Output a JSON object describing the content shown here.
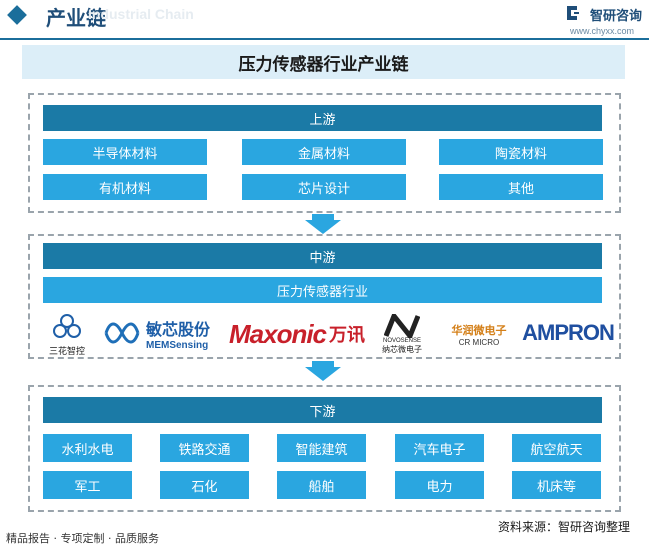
{
  "header": {
    "label": "产业链",
    "watermark": "Industrial Chain",
    "logo_name": "智研咨询",
    "logo_url": "www.chyxx.com"
  },
  "title": "压力传感器行业产业链",
  "upstream": {
    "label": "上游",
    "items": [
      "半导体材料",
      "金属材料",
      "陶瓷材料",
      "有机材料",
      "芯片设计",
      "其他"
    ]
  },
  "midstream": {
    "label": "中游",
    "industry": "压力传感器行业",
    "companies": [
      {
        "name": "三花智控",
        "icon": "flower-logo-icon"
      },
      {
        "name": "敏芯股份",
        "sub": "MEMSensing",
        "icon": "memsensing-logo-icon"
      },
      {
        "name": "Maxonic",
        "sub": "万讯",
        "icon": "maxonic-logo-icon"
      },
      {
        "name": "NOVOSENSE",
        "sub": "纳芯微电子",
        "icon": "novosense-logo-icon"
      },
      {
        "name": "华润微电子",
        "sub": "CR MICRO",
        "icon": "cr-micro-logo-icon"
      },
      {
        "name": "AMPRON",
        "icon": "ampron-logo-icon"
      }
    ]
  },
  "downstream": {
    "label": "下游",
    "items": [
      "水利水电",
      "铁路交通",
      "智能建筑",
      "汽车电子",
      "航空航天",
      "军工",
      "石化",
      "船舶",
      "电力",
      "机床等"
    ]
  },
  "footer": {
    "tagline": "精品报告 · 专项定制 · 品质服务",
    "source": "资料来源：智研咨询整理"
  },
  "colors": {
    "dark_bar": "#1b7aa6",
    "light_cell": "#2aa6e0",
    "title_bg": "#dceef8",
    "header_accent": "#1f4e79"
  }
}
